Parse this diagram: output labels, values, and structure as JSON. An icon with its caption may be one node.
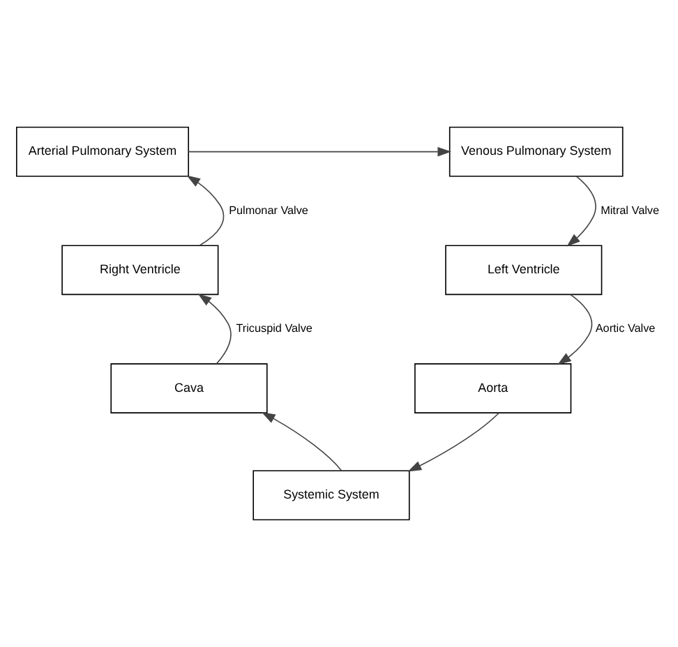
{
  "diagram": {
    "nodes": [
      {
        "text": [
          "Arterial Pulmonary System"
        ]
      },
      {
        "text": [
          "Venous Pulmonary System"
        ]
      },
      {
        "text": [
          "Right Ventricle"
        ]
      },
      {
        "text": [
          "Left Ventricle"
        ]
      },
      {
        "text": [
          "Cava"
        ]
      },
      {
        "text": [
          "Aorta"
        ]
      },
      {
        "text": [
          "Systemic System"
        ]
      }
    ],
    "edges": [
      {
        "from": 0,
        "to": 1,
        "arrow": "to"
      },
      {
        "from": 1,
        "to": 3,
        "arrow": "to",
        "label": "Mitral Valve"
      },
      {
        "from": 3,
        "to": 5,
        "arrow": "to",
        "label": "Aortic Valve"
      },
      {
        "from": 5,
        "to": 6,
        "arrow": "to"
      },
      {
        "from": 6,
        "to": 4,
        "arrow": "to"
      },
      {
        "from": 4,
        "to": 2,
        "arrow": "to",
        "label": "Tricuspid Valve"
      },
      {
        "from": 2,
        "to": 0,
        "arrow": "to",
        "label": "Pulmonar Valve"
      }
    ]
  }
}
